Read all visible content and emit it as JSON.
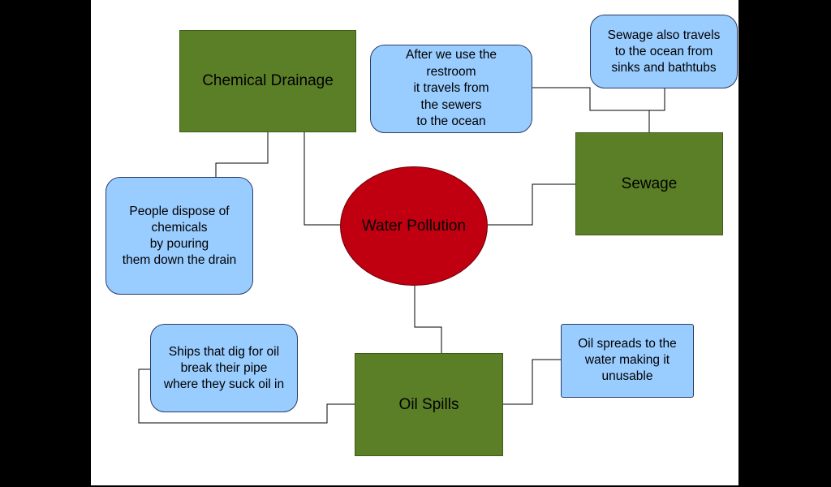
{
  "center": {
    "label": "Water Pollution"
  },
  "categories": {
    "chemical_drainage": "Chemical Drainage",
    "sewage": "Sewage",
    "oil_spills": "Oil Spills"
  },
  "notes": {
    "chemicals": "People dispose of\nchemicals\nby pouring\nthem down the drain",
    "restroom": "After we use the\nrestroom\nit travels from\nthe sewers\nto the ocean",
    "sinks": "Sewage also travels\nto the ocean from\nsinks and bathtubs",
    "ships": "Ships that dig for oil\nbreak their pipe\nwhere they suck oil in",
    "spreads": "Oil spreads to the\nwater making it\nunusable"
  },
  "colors": {
    "category_fill": "#5b7f26",
    "note_fill": "#99ccff",
    "center_fill": "#c00010",
    "background": "#ffffff"
  }
}
